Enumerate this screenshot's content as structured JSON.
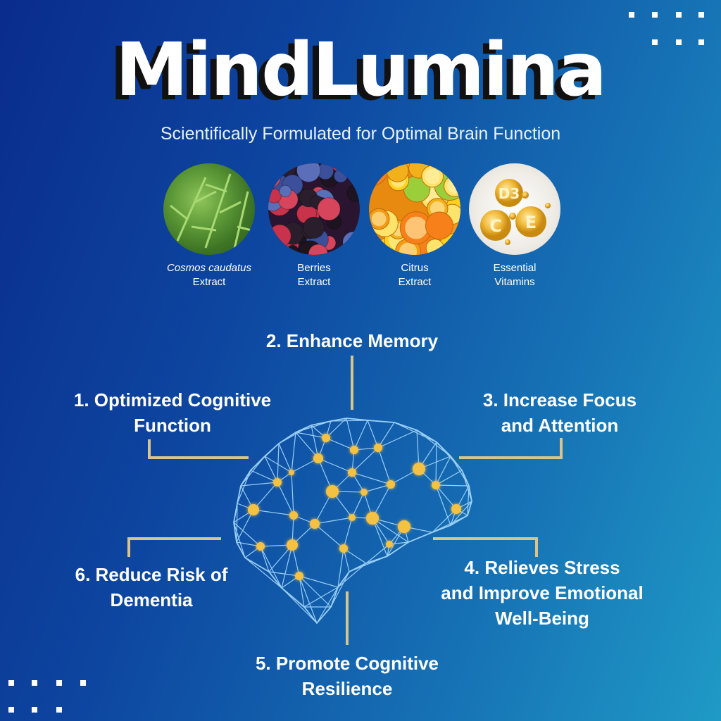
{
  "header": {
    "title": "MindLumina",
    "subtitle": "Scientifically Formulated for Optimal Brain Function"
  },
  "ingredients": [
    {
      "name": "Cosmos caudatus",
      "suffix": "Extract",
      "icon": "herb-leaves-image"
    },
    {
      "name": "Berries",
      "suffix": "Extract",
      "icon": "berries-image"
    },
    {
      "name": "Citrus",
      "suffix": "Extract",
      "icon": "citrus-image"
    },
    {
      "name": "Essential",
      "suffix": "Vitamins",
      "icon": "vitamins-image",
      "vitamin_letters": [
        "D3",
        "C",
        "E"
      ]
    }
  ],
  "benefits": [
    {
      "line1": "1. Optimized Cognitive",
      "line2": "Function"
    },
    {
      "line1": "2. Enhance Memory"
    },
    {
      "line1": "3. Increase Focus",
      "line2": "and Attention"
    },
    {
      "line1": "4. Relieves Stress",
      "line2": "and Improve Emotional",
      "line3": "Well-Being"
    },
    {
      "line1": "5. Promote Cognitive",
      "line2": "Resilience"
    },
    {
      "line1": "6. Reduce Risk of",
      "line2": "Dementia"
    }
  ],
  "colors": {
    "connector": "#d6c58c",
    "node": "#f4c142",
    "mesh": "#a9dcff"
  }
}
